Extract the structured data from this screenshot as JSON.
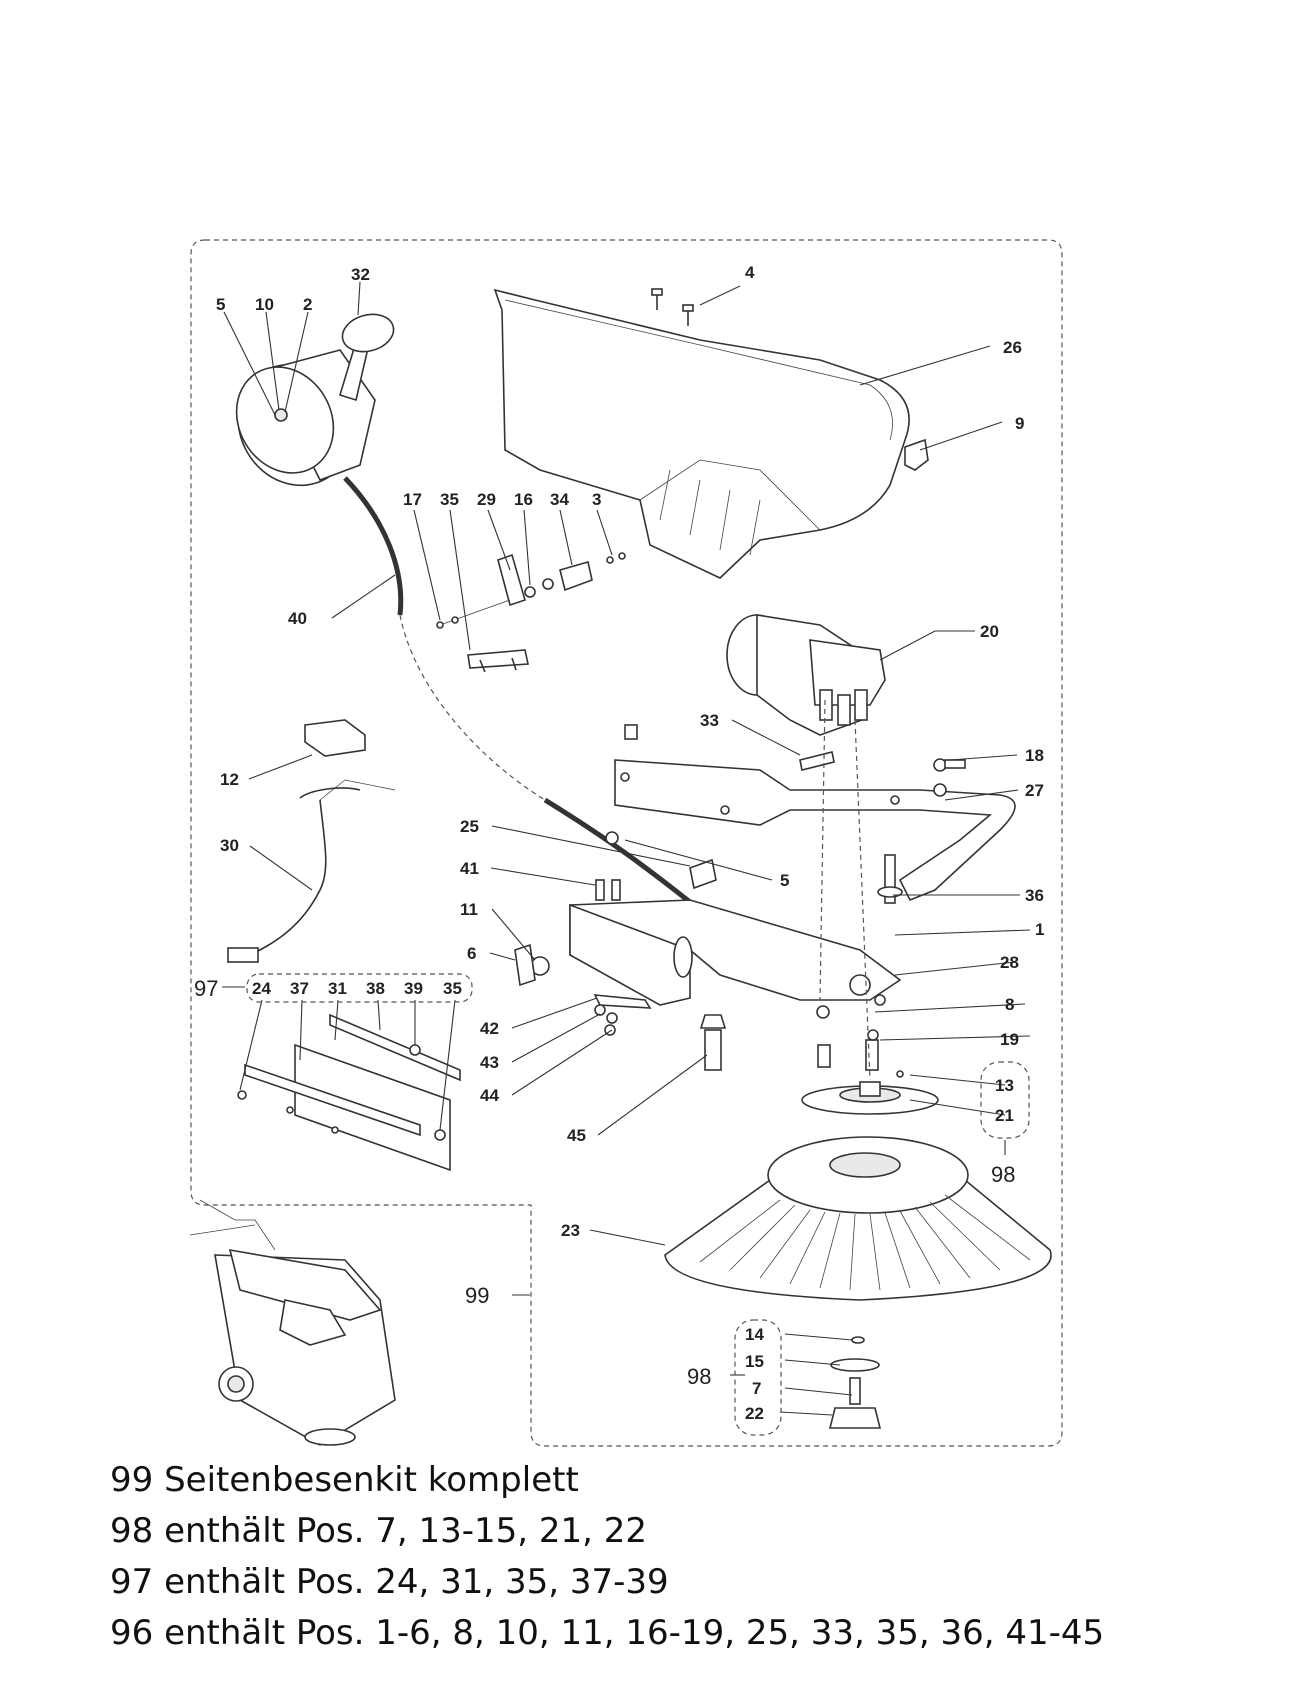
{
  "diagram": {
    "callouts": [
      "5",
      "10",
      "2",
      "32",
      "4",
      "26",
      "9",
      "17",
      "35",
      "29",
      "16",
      "34",
      "3",
      "40",
      "20",
      "33",
      "18",
      "27",
      "12",
      "30",
      "25",
      "5",
      "41",
      "36",
      "11",
      "1",
      "6",
      "28",
      "97",
      "24",
      "37",
      "31",
      "38",
      "39",
      "35",
      "42",
      "8",
      "43",
      "19",
      "44",
      "13",
      "45",
      "21",
      "98",
      "23",
      "99",
      "14",
      "15",
      "98",
      "7",
      "22"
    ]
  },
  "legend": [
    "99 Seitenbesenkit komplett",
    "98 enthält Pos. 7, 13-15, 21, 22",
    "97 enthält Pos. 24, 31, 35, 37-39",
    "96 enthält Pos. 1-6, 8, 10, 11, 16-19, 25, 33, 35, 36, 41-45"
  ]
}
